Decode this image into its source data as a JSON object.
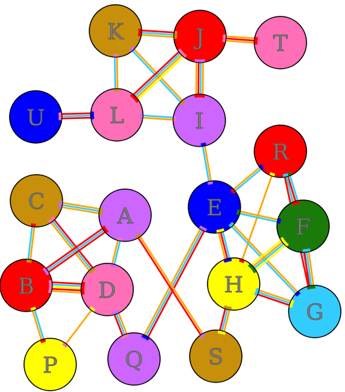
{
  "nodes": [
    {
      "id": "K",
      "label": "K",
      "color": "#C8900A"
    },
    {
      "id": "J",
      "label": "J",
      "color": "#FF0000"
    },
    {
      "id": "T",
      "label": "T",
      "color": "#FF6FB8"
    },
    {
      "id": "U",
      "label": "U",
      "color": "#0000FF"
    },
    {
      "id": "L",
      "label": "L",
      "color": "#FF6FB8"
    },
    {
      "id": "I",
      "label": "I",
      "color": "#CC66FF"
    },
    {
      "id": "R",
      "label": "R",
      "color": "#FF0000"
    },
    {
      "id": "C",
      "label": "C",
      "color": "#C8900A"
    },
    {
      "id": "A",
      "label": "A",
      "color": "#CC66FF"
    },
    {
      "id": "E",
      "label": "E",
      "color": "#0000FF"
    },
    {
      "id": "F",
      "label": "F",
      "color": "#1A7A0A"
    },
    {
      "id": "B",
      "label": "B",
      "color": "#FF0000"
    },
    {
      "id": "D",
      "label": "D",
      "color": "#FF6FB8"
    },
    {
      "id": "H",
      "label": "H",
      "color": "#FFFF00"
    },
    {
      "id": "G",
      "label": "G",
      "color": "#33CCFF"
    },
    {
      "id": "P",
      "label": "P",
      "color": "#FFFF00"
    },
    {
      "id": "Q",
      "label": "Q",
      "color": "#CC66FF"
    },
    {
      "id": "S",
      "label": "S",
      "color": "#C8900A"
    }
  ],
  "edges": [
    {
      "from": "K",
      "to": "J",
      "colors": [
        "#FF0000",
        "#33CCFF",
        "#FFA500"
      ]
    },
    {
      "from": "J",
      "to": "T",
      "colors": [
        "#FFA500",
        "#FF0000",
        "#FFA500"
      ]
    },
    {
      "from": "K",
      "to": "L",
      "colors": [
        "#FFA500",
        "#33CCFF"
      ]
    },
    {
      "from": "K",
      "to": "I",
      "colors": [
        "#FFA500",
        "#33CCFF"
      ]
    },
    {
      "from": "J",
      "to": "L",
      "colors": [
        "#FFFF00",
        "#FFA500",
        "#33CCFF",
        "#FF0000"
      ]
    },
    {
      "from": "J",
      "to": "I",
      "colors": [
        "#FFA500",
        "#33CCFF",
        "#FF0000",
        "#FFA500"
      ]
    },
    {
      "from": "U",
      "to": "L",
      "colors": [
        "#FF0000",
        "#33CCFF",
        "#FF0000"
      ]
    },
    {
      "from": "L",
      "to": "I",
      "colors": [
        "#33CCFF",
        "#FFA500"
      ]
    },
    {
      "from": "I",
      "to": "E",
      "colors": [
        "#FFA500",
        "#33CCFF"
      ]
    },
    {
      "from": "E",
      "to": "R",
      "colors": [
        "#FFA500",
        "#33CCFF"
      ]
    },
    {
      "from": "R",
      "to": "F",
      "colors": [
        "#33CCFF",
        "#FF0000",
        "#FFA500"
      ]
    },
    {
      "from": "R",
      "to": "G",
      "colors": [
        "#33CCFF",
        "#FF0000"
      ]
    },
    {
      "from": "R",
      "to": "H",
      "colors": [
        "#FFA500"
      ]
    },
    {
      "from": "E",
      "to": "F",
      "colors": [
        "#FFA500",
        "#33CCFF"
      ]
    },
    {
      "from": "E",
      "to": "H",
      "colors": [
        "#33CCFF",
        "#FF0000",
        "#FFA500"
      ]
    },
    {
      "from": "E",
      "to": "G",
      "colors": [
        "#FFA500",
        "#33CCFF"
      ]
    },
    {
      "from": "F",
      "to": "H",
      "colors": [
        "#FFFF00",
        "#33CCFF",
        "#FFA500",
        "#FFFF00"
      ]
    },
    {
      "from": "F",
      "to": "G",
      "colors": [
        "#FFA500",
        "#33CCFF",
        "#FF0000"
      ]
    },
    {
      "from": "H",
      "to": "G",
      "colors": [
        "#FFA500",
        "#33CCFF",
        "#FF0000"
      ]
    },
    {
      "from": "H",
      "to": "S",
      "colors": [
        "#FFA500",
        "#33CCFF",
        "#FF0000"
      ]
    },
    {
      "from": "E",
      "to": "Q",
      "colors": [
        "#FF0000",
        "#33CCFF",
        "#FFA500"
      ]
    },
    {
      "from": "A",
      "to": "S",
      "colors": [
        "#FFA500",
        "#FF0000"
      ]
    },
    {
      "from": "C",
      "to": "A",
      "colors": [
        "#FFA500",
        "#33CCFF",
        "#FFA500"
      ]
    },
    {
      "from": "C",
      "to": "B",
      "colors": [
        "#FFA500",
        "#33CCFF"
      ]
    },
    {
      "from": "C",
      "to": "D",
      "colors": [
        "#FF0000",
        "#33CCFF",
        "#FFA500"
      ]
    },
    {
      "from": "A",
      "to": "B",
      "colors": [
        "#FF0000",
        "#33CCFF",
        "#FF0000"
      ]
    },
    {
      "from": "A",
      "to": "D",
      "colors": [
        "#33CCFF",
        "#FFA500"
      ]
    },
    {
      "from": "B",
      "to": "D",
      "colors": [
        "#FF0000",
        "#33CCFF",
        "#FFFF00",
        "#FF0000",
        "#FFA500"
      ]
    },
    {
      "from": "B",
      "to": "P",
      "colors": [
        "#33CCFF",
        "#FFA500"
      ]
    },
    {
      "from": "D",
      "to": "P",
      "colors": [
        "#FFA500"
      ]
    },
    {
      "from": "D",
      "to": "Q",
      "colors": [
        "#FFA500",
        "#33CCFF",
        "#FF0000"
      ]
    }
  ]
}
